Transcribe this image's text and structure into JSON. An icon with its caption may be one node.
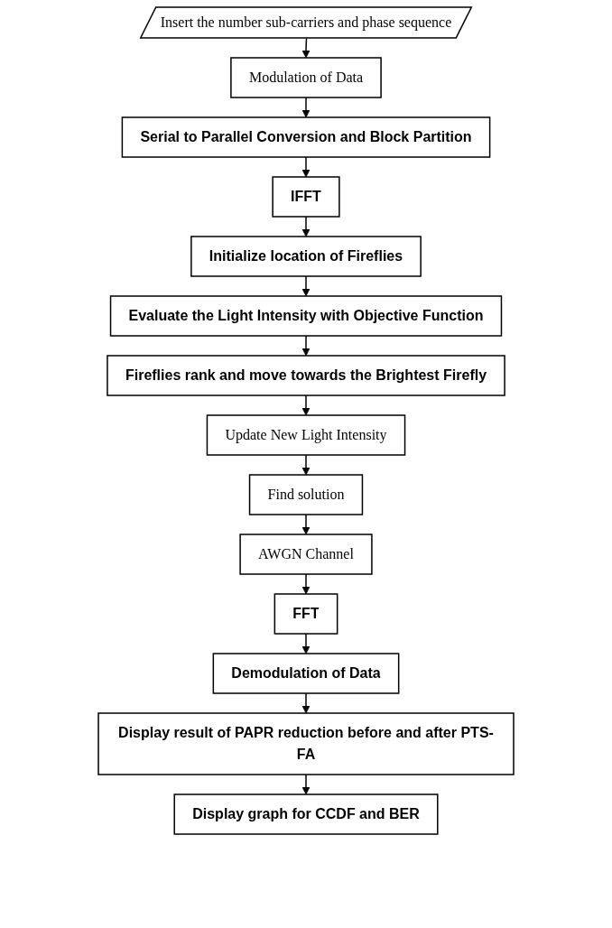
{
  "diagram": {
    "nodes": [
      {
        "text": [
          "Insert the number sub-carriers and phase sequence"
        ]
      },
      {
        "text": [
          "Modulation of Data"
        ]
      },
      {
        "text": [
          "Serial to Parallel Conversion and Block Partition"
        ]
      },
      {
        "text": [
          "IFFT"
        ]
      },
      {
        "text": [
          "Initialize location of Fireflies"
        ]
      },
      {
        "text": [
          "Evaluate the Light Intensity with Objective Function"
        ]
      },
      {
        "text": [
          "Fireflies rank and move towards the Brightest Firefly"
        ]
      },
      {
        "text": [
          "Update New Light Intensity"
        ]
      },
      {
        "text": [
          "Find solution"
        ]
      },
      {
        "text": [
          "AWGN Channel"
        ]
      },
      {
        "text": [
          "FFT"
        ]
      },
      {
        "text": [
          "Demodulation of Data"
        ]
      },
      {
        "text": [
          "Display result of PAPR reduction before and after PTS-FA"
        ]
      },
      {
        "text": [
          "Display graph for CCDF and BER"
        ]
      }
    ],
    "edges": [
      {
        "from": 0,
        "to": 1,
        "arrow": "to"
      },
      {
        "from": 1,
        "to": 2,
        "arrow": "to"
      },
      {
        "from": 2,
        "to": 3,
        "arrow": "to"
      },
      {
        "from": 3,
        "to": 4,
        "arrow": "to"
      },
      {
        "from": 4,
        "to": 5,
        "arrow": "to"
      },
      {
        "from": 5,
        "to": 6,
        "arrow": "to"
      },
      {
        "from": 6,
        "to": 7,
        "arrow": "to"
      },
      {
        "from": 7,
        "to": 8,
        "arrow": "to"
      },
      {
        "from": 8,
        "to": 9,
        "arrow": "to"
      },
      {
        "from": 9,
        "to": 10,
        "arrow": "to"
      },
      {
        "from": 10,
        "to": 11,
        "arrow": "to"
      },
      {
        "from": 11,
        "to": 12,
        "arrow": "to"
      },
      {
        "from": 12,
        "to": 13,
        "arrow": "to"
      }
    ]
  }
}
